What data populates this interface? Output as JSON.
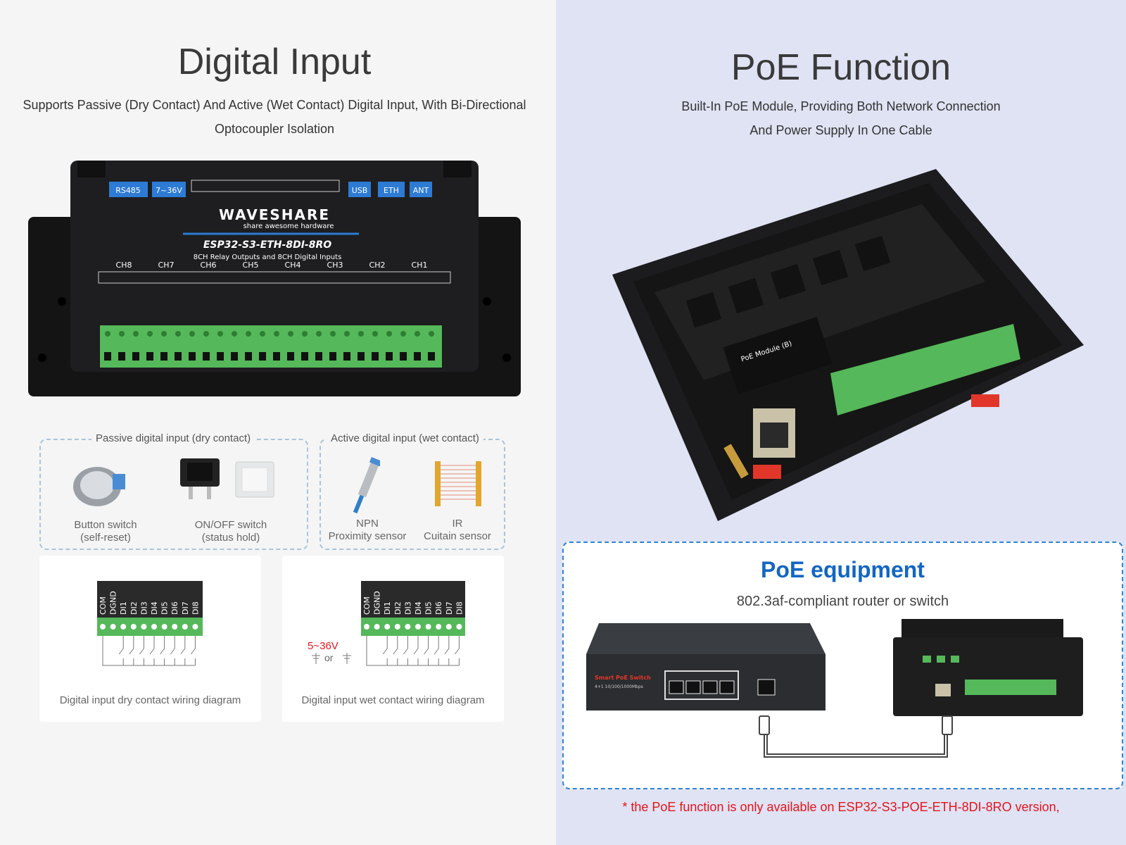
{
  "left": {
    "title": "Digital Input",
    "subtitle_line1": "Supports Passive (Dry Contact) And Active (Wet Contact) Digital Input, With Bi-Directional",
    "subtitle_line2": "Optocoupler Isolation",
    "device": {
      "brand": "WAVESHARE",
      "tagline": "share awesome hardware",
      "model": "ESP32-S3-ETH-8DI-8RO",
      "description": "8CH Relay Outputs and 8CH Digital Inputs",
      "channels": [
        "CH8",
        "CH7",
        "CH6",
        "CH5",
        "CH4",
        "CH3",
        "CH2",
        "CH1"
      ],
      "top_labels": [
        "RS485",
        "7~36V",
        "USB",
        "ETH",
        "ANT"
      ]
    },
    "passive": {
      "label": "Passive digital input (dry contact)",
      "button_line1": "Button switch",
      "button_line2": "(self-reset)",
      "onoff_line1": "ON/OFF switch",
      "onoff_line2": "(status hold)"
    },
    "active": {
      "label": "Active digital input (wet contact)",
      "npn_line1": "NPN",
      "npn_line2": "Proximity sensor",
      "ir_line1": "IR",
      "ir_line2": "Cuitain sensor"
    },
    "pins": [
      "COM",
      "DGND",
      "DI1",
      "DI2",
      "DI3",
      "DI4",
      "DI5",
      "DI6",
      "DI7",
      "DI8"
    ],
    "dry_caption": "Digital input dry contact wiring diagram",
    "wet_caption": "Digital input wet contact wiring diagram",
    "wet_voltage": "5~36V",
    "wet_or": "or"
  },
  "right": {
    "title": "PoE Function",
    "subtitle_line1": "Built-In PoE Module, Providing Both Network Connection",
    "subtitle_line2": "And Power Supply In One Cable",
    "poe_module_label": "PoE Module (B)",
    "poe_title": "PoE equipment",
    "poe_sub": "802.3af-compliant router or switch",
    "switch_label": "Smart PoE Switch",
    "switch_speed": "4+1 10/100/1000Mbps",
    "footnote": "* the PoE function is only available on ESP32-S3-POE-ETH-8DI-8RO version,"
  },
  "colors": {
    "left_bg": "#f5f5f5",
    "right_bg": "#dfe3f3",
    "terminal_green": "#55b85a",
    "poe_blue": "#1466c2",
    "note_red": "#e4141d"
  }
}
